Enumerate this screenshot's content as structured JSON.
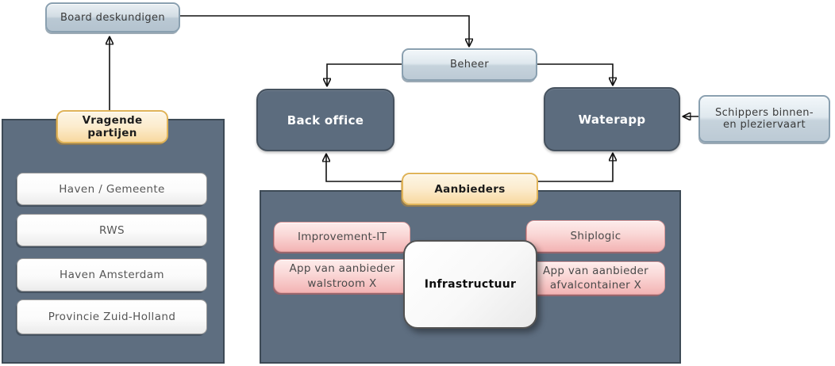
{
  "nodes": {
    "board": {
      "label": "Board deskundigen"
    },
    "beheer": {
      "label": "Beheer"
    },
    "back_office": {
      "label": "Back office"
    },
    "waterapp": {
      "label": "Waterapp"
    },
    "schippers": {
      "label": "Schippers binnen- en pleziervaart"
    },
    "infrastructuur": {
      "label": "Infrastructuur"
    }
  },
  "groups": {
    "vragende": {
      "label": "Vragende partijen",
      "items": [
        "Haven / Gemeente",
        "RWS",
        "Haven Amsterdam",
        "Provincie Zuid-Holland"
      ]
    },
    "aanbieders": {
      "label": "Aanbieders",
      "items": [
        "Improvement-IT",
        "Shiplogic",
        "App van aanbieder walstroom X",
        "App van aanbieder afvalcontainer X"
      ]
    }
  },
  "edges": [
    {
      "from": "vragende-partijen",
      "to": "board-deskundigen"
    },
    {
      "from": "board-deskundigen",
      "to": "beheer"
    },
    {
      "from": "beheer",
      "to": "back-office"
    },
    {
      "from": "beheer",
      "to": "waterapp"
    },
    {
      "from": "aanbieders",
      "to": "back-office"
    },
    {
      "from": "aanbieders",
      "to": "waterapp"
    },
    {
      "from": "schippers",
      "to": "waterapp"
    }
  ],
  "colors": {
    "dark_node": "#5c6c7e",
    "container_fill": "#5e6e80",
    "container_border": "#3d4a56",
    "glass_top": "#f2f7fa",
    "glass_bottom": "#bccad5",
    "yellow_top": "#fdf6e6",
    "yellow_bottom": "#f8d9a0",
    "yellow_border": "#e0b459",
    "pink_top": "#fdeceb",
    "pink_bottom": "#f3b4b4",
    "arrow": "#111111"
  }
}
